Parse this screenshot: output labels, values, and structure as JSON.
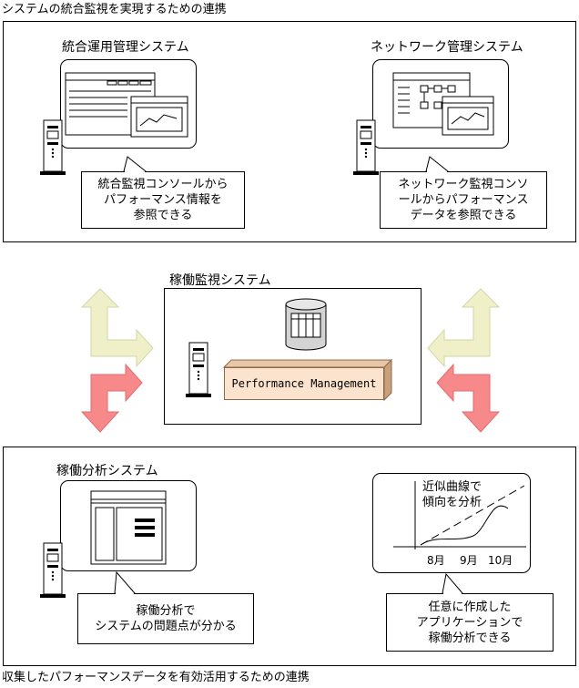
{
  "captions": {
    "top": "システムの統合監視を実現するための連携",
    "bottom": "収集したパフォーマンスデータを有効活用するための連携"
  },
  "top_panel": {
    "integrated": {
      "title": "統合運用管理システム",
      "callout": [
        "統合監視コンソールから",
        "パフォーマンス情報を",
        "参照できる"
      ]
    },
    "network": {
      "title": "ネットワーク管理システム",
      "callout": [
        "ネットワーク監視コンソ",
        "ールからパフォーマンス",
        "データを参照できる"
      ]
    }
  },
  "middle": {
    "title": "稼働監視システム",
    "product": "Performance Management"
  },
  "bottom_panel": {
    "analysis": {
      "title": "稼働分析システム",
      "callout": [
        "稼働分析で",
        "システムの問題点が分かる"
      ]
    },
    "graph": {
      "label_lines": [
        "近似曲線で",
        "傾向を分析"
      ],
      "x_ticks": [
        "8月",
        "9月",
        "10月"
      ],
      "callout": [
        "任意に作成した",
        "アプリケーションで",
        "稼働分析できる"
      ]
    }
  },
  "colors": {
    "arrow_up": "#efefc8",
    "arrow_down": "#f7898b",
    "product_fill": "#fbe3cd"
  }
}
